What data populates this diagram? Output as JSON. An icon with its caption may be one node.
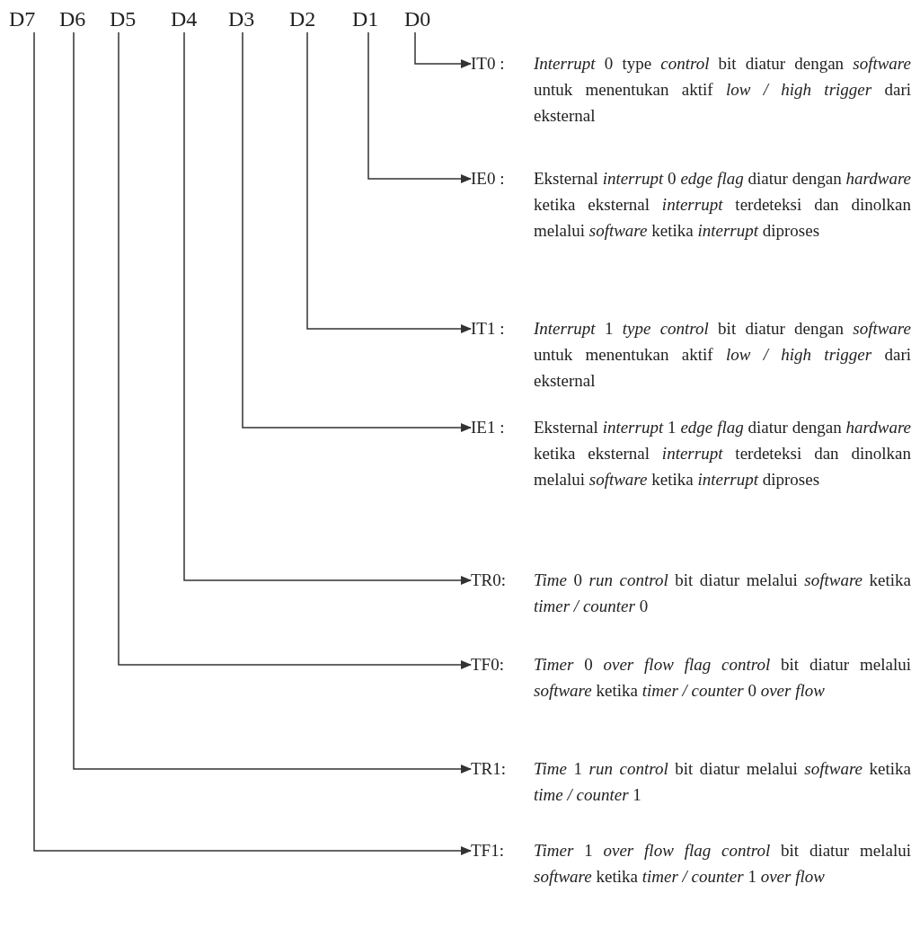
{
  "diagram": {
    "nodes": [
      {
        "text": [
          "D7"
        ]
      },
      {
        "text": [
          "D6"
        ]
      },
      {
        "text": [
          "D5"
        ]
      },
      {
        "text": [
          "D4"
        ]
      },
      {
        "text": [
          "D3"
        ]
      },
      {
        "text": [
          "D2"
        ]
      },
      {
        "text": [
          "D1"
        ]
      },
      {
        "text": [
          "D0"
        ]
      },
      {
        "text": [
          "IT0 :",
          "*Interrupt* 0 type *control* bit diatur dengan *software* untuk menentukan aktif *low / high trigger* dari eksternal"
        ]
      },
      {
        "text": [
          "IE0 :",
          "Eksternal *interrupt* 0 *edge flag* diatur dengan *hardware* ketika eksternal *interrupt* terdeteksi dan dinolkan melalui *software* ketika *interrupt* diproses"
        ]
      },
      {
        "text": [
          "IT1 :",
          "*Interrupt* 1 *type control* bit diatur dengan *software* untuk menentukan aktif *low / high trigger* dari eksternal"
        ]
      },
      {
        "text": [
          "IE1 :",
          "Eksternal *interrupt* 1 *edge flag* diatur dengan *hardware* ketika eksternal *interrupt* terdeteksi dan dinolkan melalui *software* ketika *interrupt* diproses"
        ]
      },
      {
        "text": [
          "TR0:",
          "*Time* 0 *run control* bit diatur melalui *software* ketika *timer / counter* 0"
        ]
      },
      {
        "text": [
          "TF0:",
          "*Timer* 0 *over flow flag control* bit diatur melalui *software* ketika *timer / counter* 0 *over flow*"
        ]
      },
      {
        "text": [
          "TR1:",
          "*Time* 1 *run control* bit diatur melalui *software* ketika *time / counter* 1"
        ]
      },
      {
        "text": [
          "TF1:",
          "*Timer* 1 *over flow flag control* bit diatur melalui *software* ketika *timer / counter* 1 *over flow*"
        ]
      }
    ],
    "edges": [
      {
        "from": 7,
        "to": 8,
        "arrow": "to"
      },
      {
        "from": 6,
        "to": 9,
        "arrow": "to"
      },
      {
        "from": 5,
        "to": 10,
        "arrow": "to"
      },
      {
        "from": 4,
        "to": 11,
        "arrow": "to"
      },
      {
        "from": 3,
        "to": 12,
        "arrow": "to"
      },
      {
        "from": 2,
        "to": 13,
        "arrow": "to"
      },
      {
        "from": 1,
        "to": 14,
        "arrow": "to"
      },
      {
        "from": 0,
        "to": 15,
        "arrow": "to"
      }
    ]
  }
}
